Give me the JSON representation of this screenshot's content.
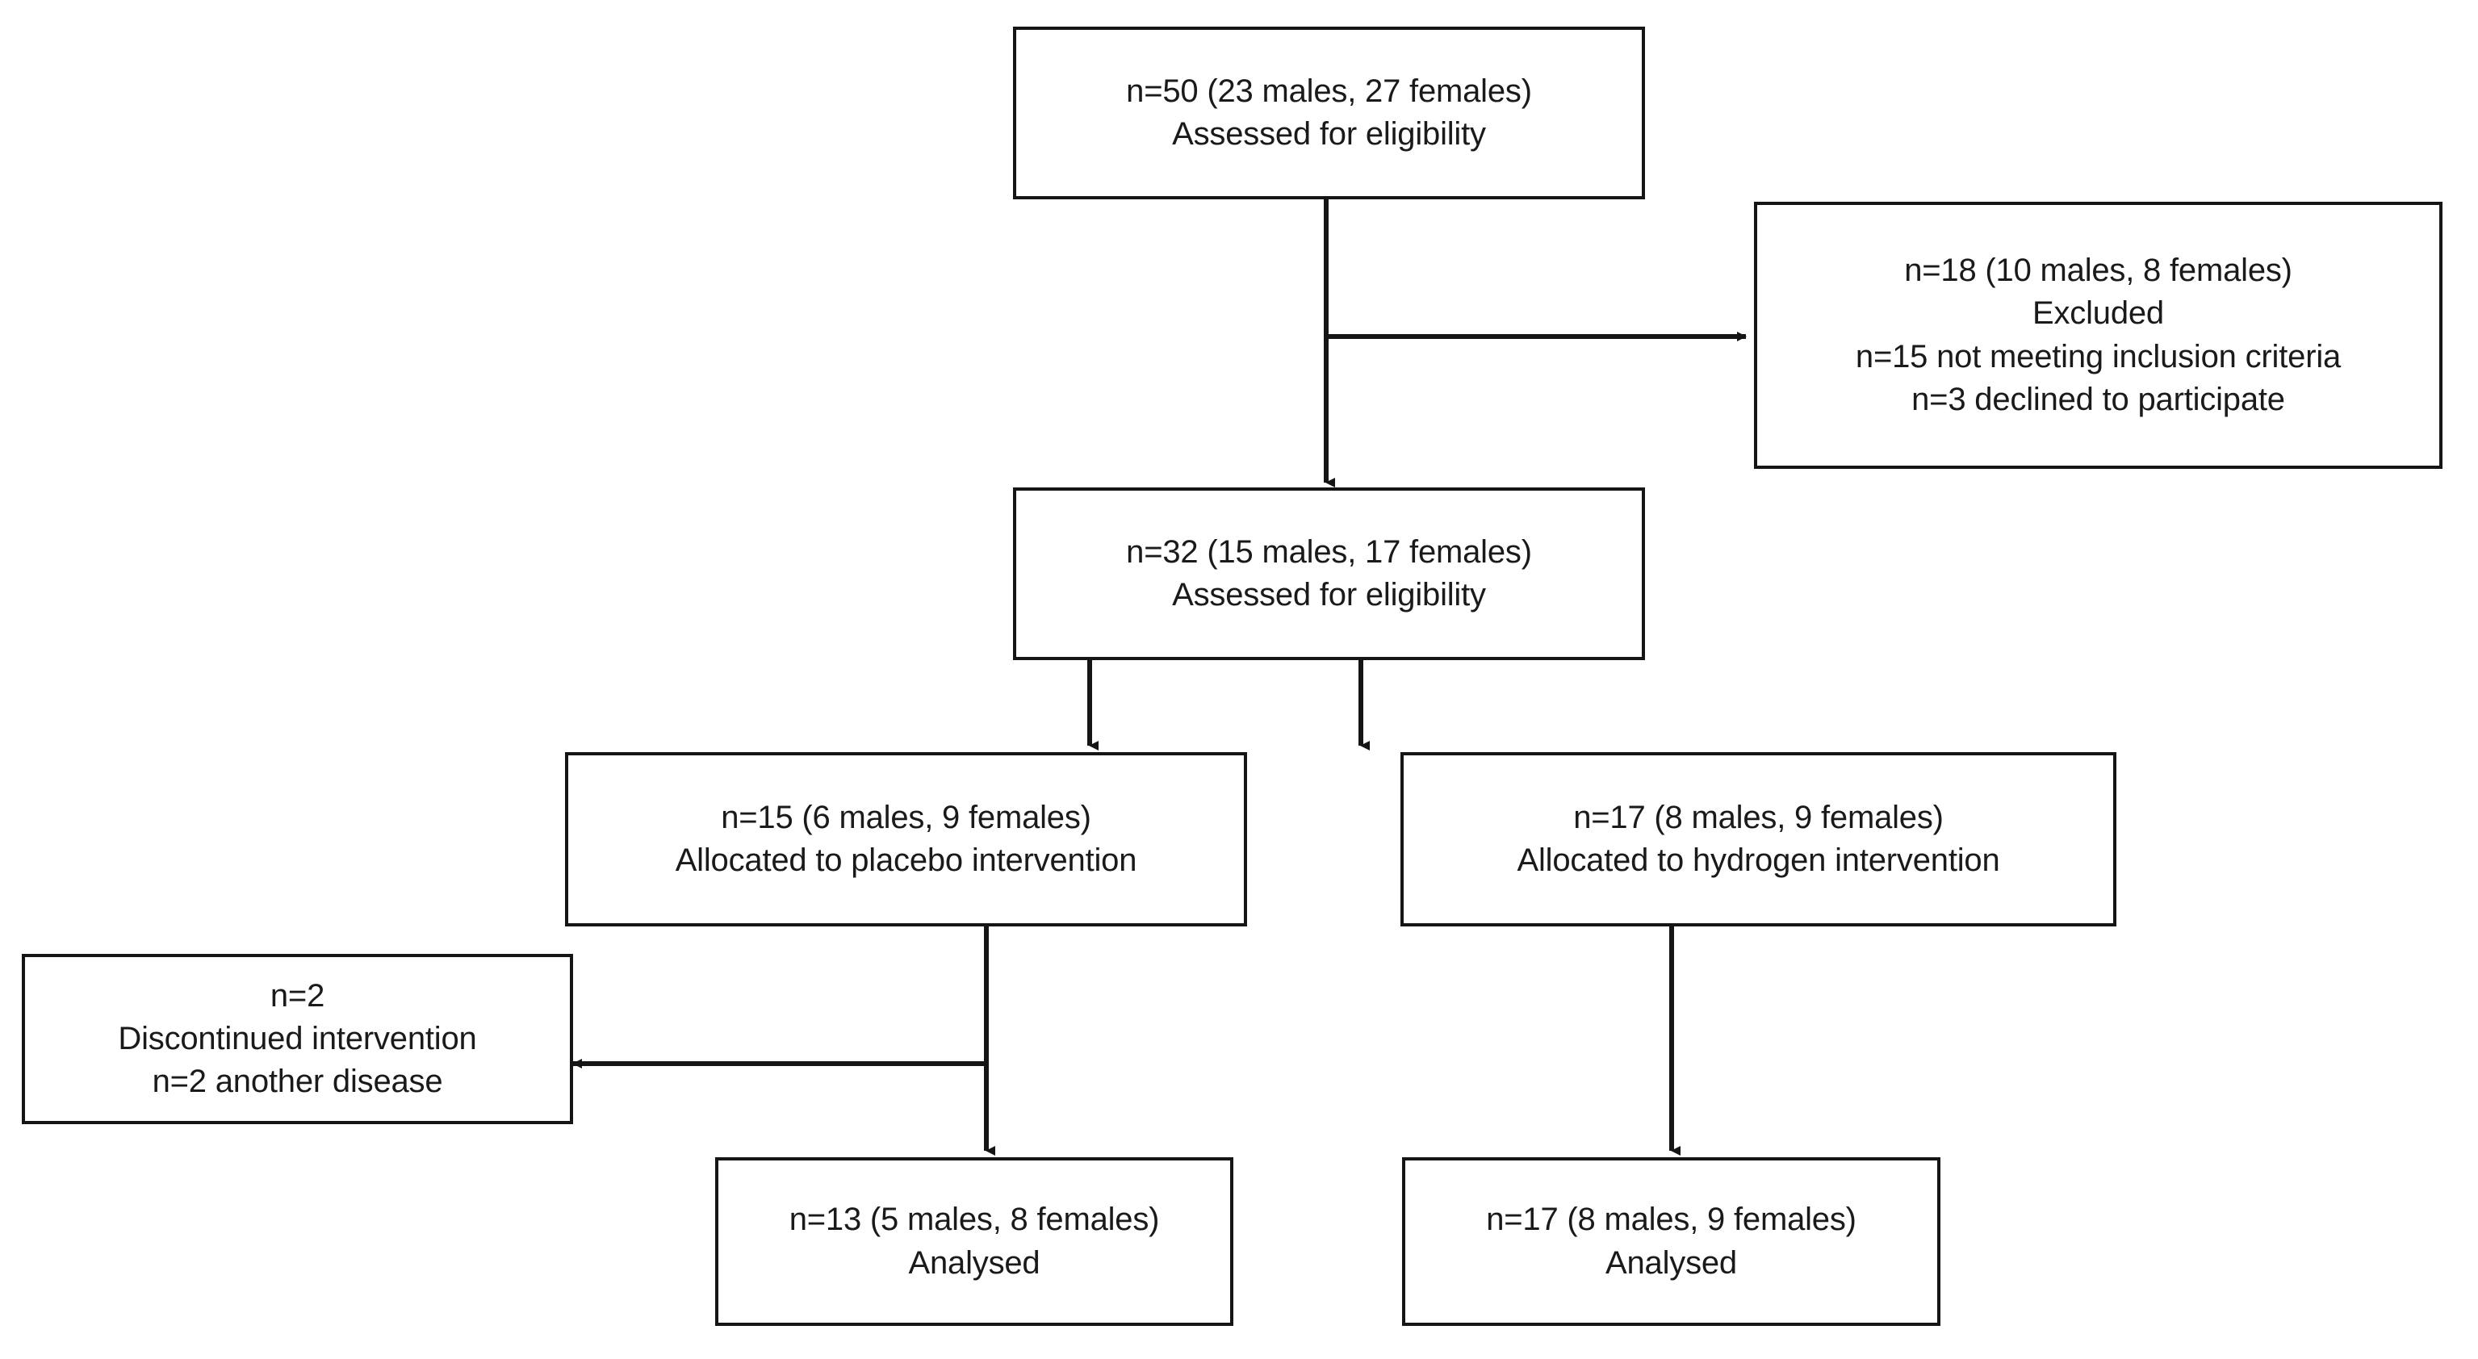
{
  "diagram": {
    "type": "consort-flow-diagram",
    "title": "",
    "colors": {
      "box_border": "#151515",
      "box_fill": "#ffffff",
      "connector": "#151515",
      "text": "#1a1a1a",
      "background": "#ffffff"
    },
    "nodes": [
      {
        "id": "assessed-50",
        "name": "assessed-eligibility-top-box",
        "lines": [
          "n=50 (23 males, 27 females)",
          "Assessed for eligibility"
        ],
        "counts": {
          "n": 50,
          "males": 23,
          "females": 27
        }
      },
      {
        "id": "excluded-18",
        "name": "excluded-box",
        "lines": [
          "n=18 (10 males, 8 females)",
          "Excluded",
          "n=15 not meeting inclusion criteria",
          "n=3 declined to participate"
        ],
        "counts": {
          "n": 18,
          "males": 10,
          "females": 8,
          "not_meeting_inclusion_criteria": 15,
          "declined_to_participate": 3
        }
      },
      {
        "id": "assessed-32",
        "name": "assessed-eligibility-second-box",
        "lines": [
          "n=32 (15 males, 17 females)",
          "Assessed for eligibility"
        ],
        "counts": {
          "n": 32,
          "males": 15,
          "females": 17
        }
      },
      {
        "id": "allocated-placebo",
        "name": "allocated-placebo-box",
        "lines": [
          "n=15 (6 males, 9 females)",
          "Allocated to placebo intervention"
        ],
        "counts": {
          "n": 15,
          "males": 6,
          "females": 9
        }
      },
      {
        "id": "allocated-hydrogen",
        "name": "allocated-hydrogen-box",
        "lines": [
          "n=17 (8 males, 9 females)",
          "Allocated to hydrogen intervention"
        ],
        "counts": {
          "n": 17,
          "males": 8,
          "females": 9
        }
      },
      {
        "id": "discontinued",
        "name": "discontinued-intervention-box",
        "lines": [
          "n=2",
          "Discontinued intervention",
          "n=2 another disease"
        ],
        "counts": {
          "n": 2,
          "another_disease": 2
        }
      },
      {
        "id": "analysed-placebo",
        "name": "analysed-placebo-box",
        "lines": [
          "n=13 (5 males, 8 females)",
          "Analysed"
        ],
        "counts": {
          "n": 13,
          "males": 5,
          "females": 8
        }
      },
      {
        "id": "analysed-hydrogen",
        "name": "analysed-hydrogen-box",
        "lines": [
          "n=17 (8 males, 9 females)",
          "Analysed"
        ],
        "counts": {
          "n": 17,
          "males": 8,
          "females": 9
        }
      }
    ],
    "connectors": [
      {
        "id": "c1",
        "from": "assessed-50",
        "to": "excluded-18",
        "direction": "right",
        "arrow": true
      },
      {
        "id": "c2",
        "from": "assessed-50",
        "to": "assessed-32",
        "direction": "down",
        "arrow": true
      },
      {
        "id": "c3",
        "from": "assessed-32",
        "to": "allocated-placebo",
        "direction": "down",
        "arrow": true
      },
      {
        "id": "c4",
        "from": "assessed-32",
        "to": "allocated-hydrogen",
        "direction": "down",
        "arrow": true
      },
      {
        "id": "c5",
        "from": "allocated-placebo",
        "to": "discontinued",
        "direction": "left",
        "arrow": true
      },
      {
        "id": "c6",
        "from": "allocated-placebo",
        "to": "analysed-placebo",
        "direction": "down",
        "arrow": true
      },
      {
        "id": "c7",
        "from": "allocated-hydrogen",
        "to": "analysed-hydrogen",
        "direction": "down",
        "arrow": true
      }
    ]
  }
}
